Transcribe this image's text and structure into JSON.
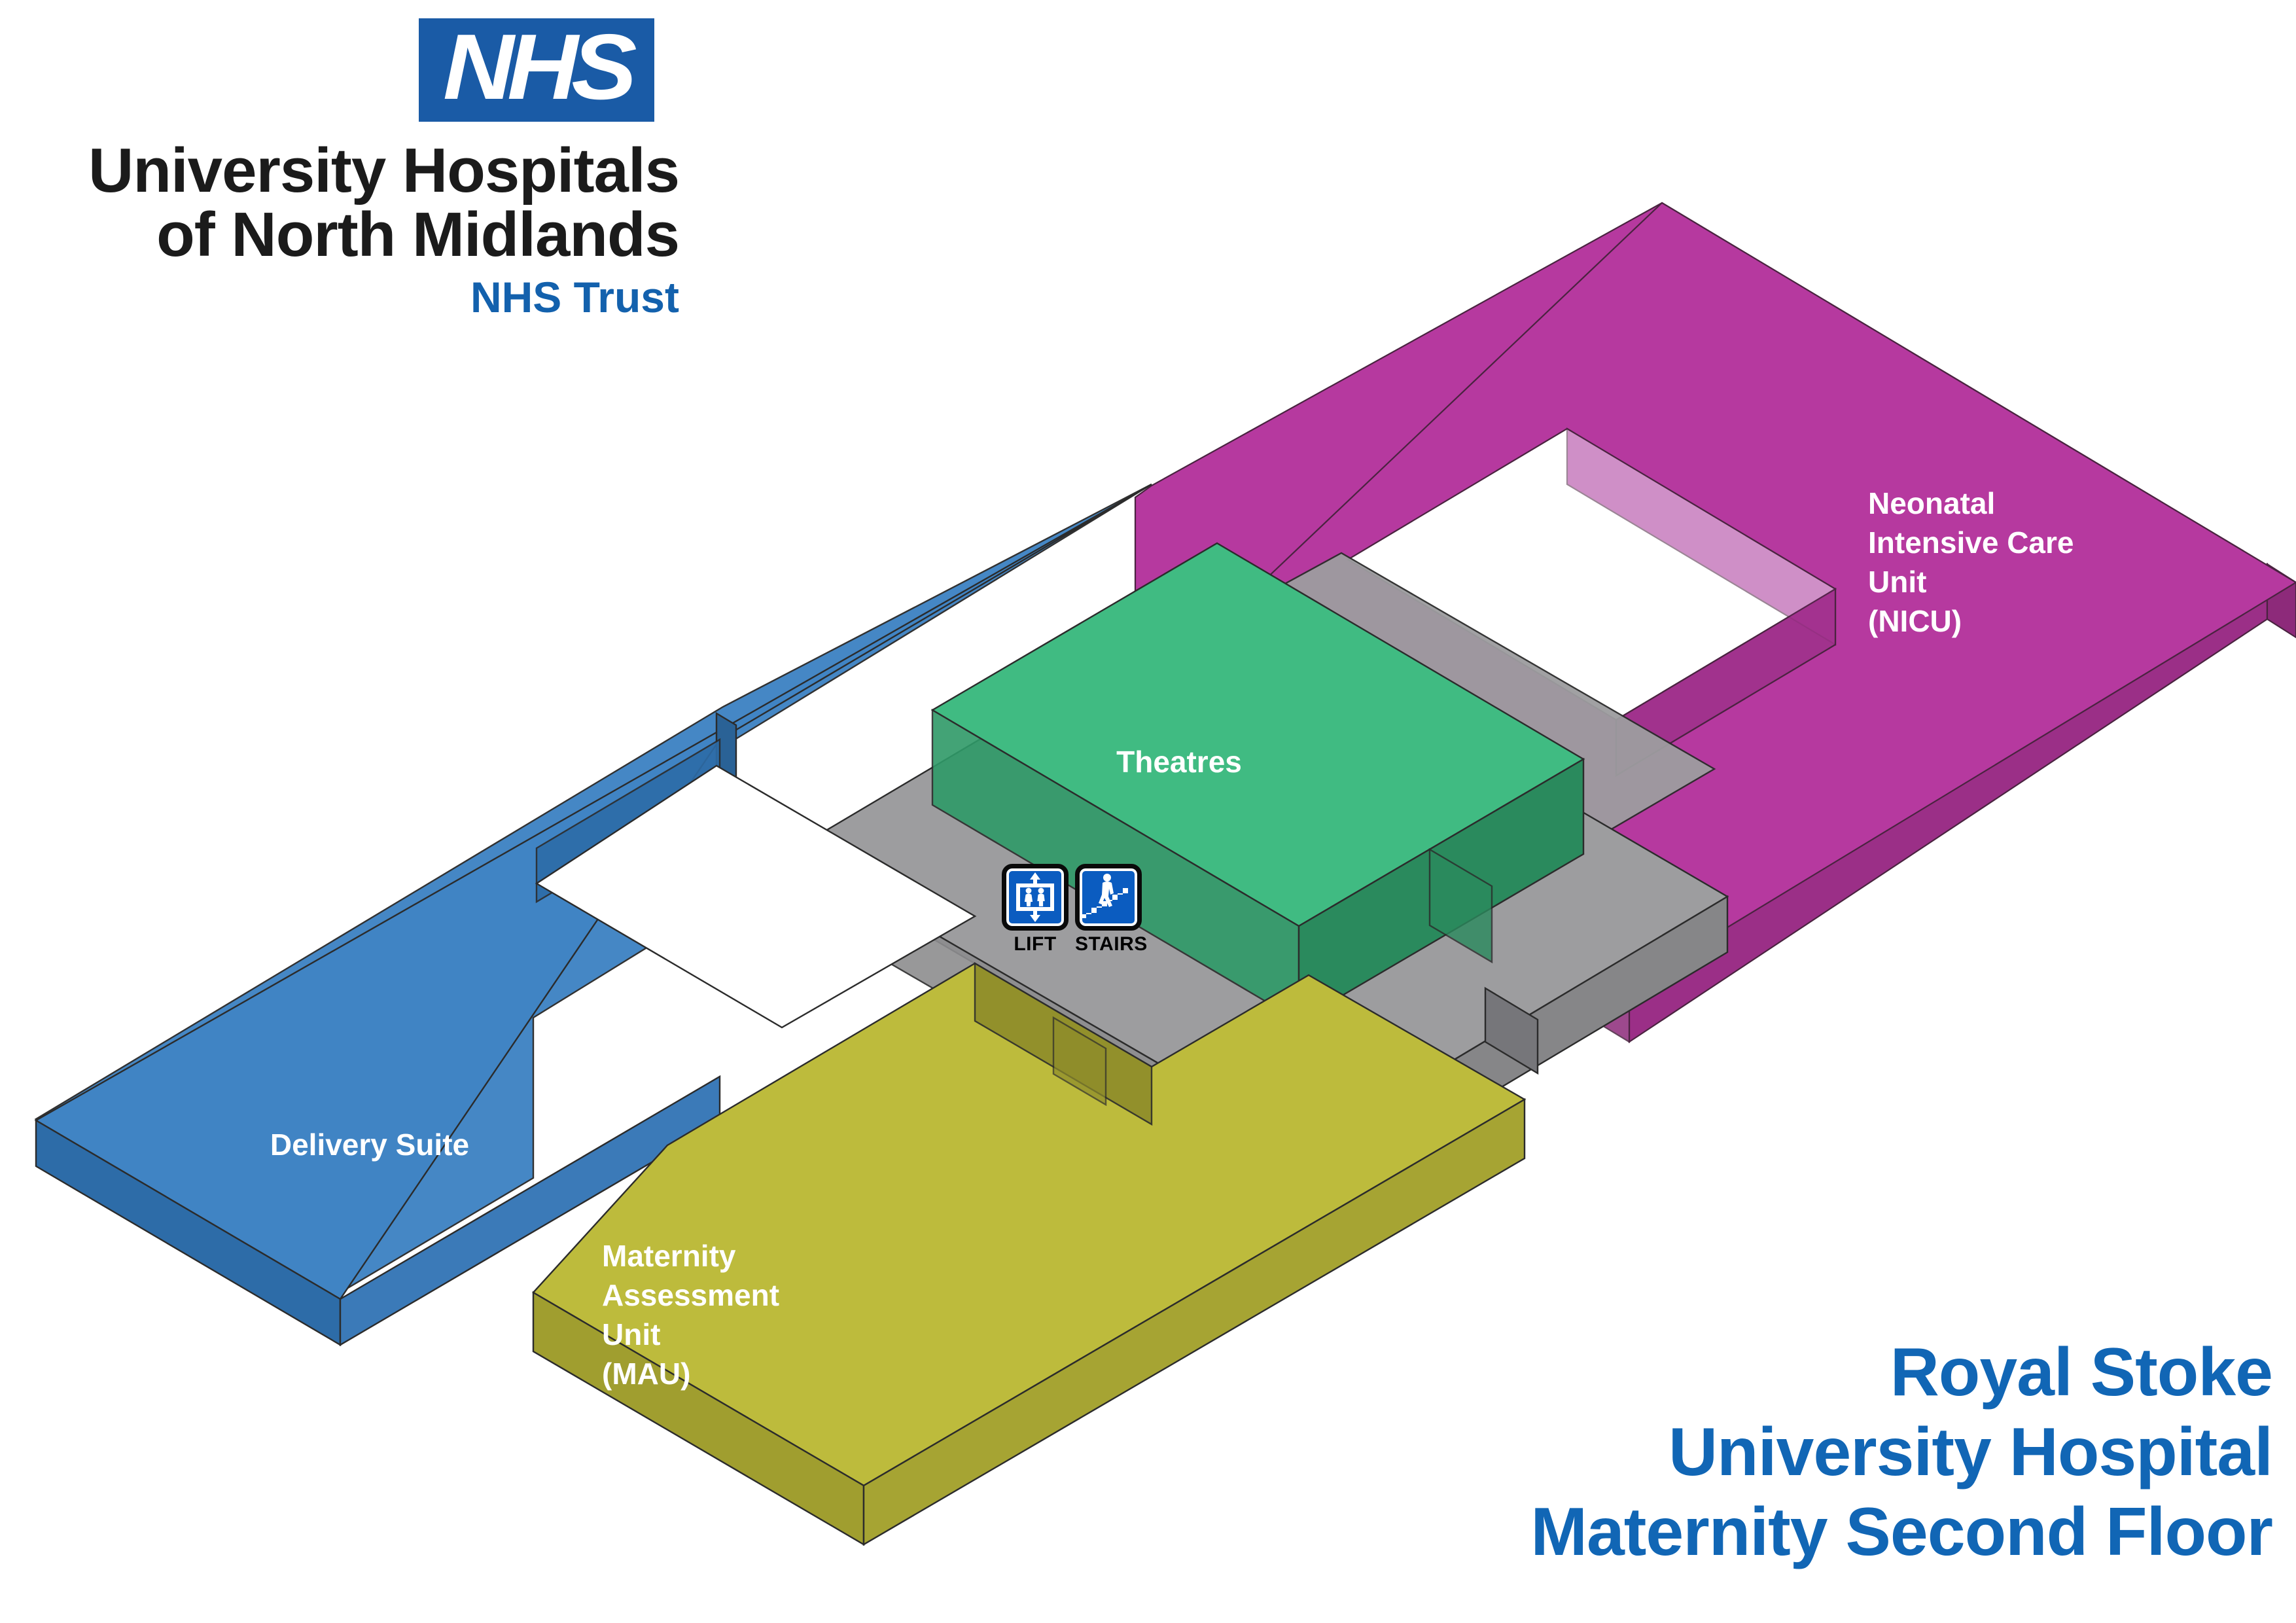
{
  "branding": {
    "logo_mark": "NHS",
    "trust_name_line1": "University Hospitals",
    "trust_name_line2": "of North Midlands",
    "trust_suffix": "NHS Trust",
    "logo_blue": "#1a5ba6",
    "trust_text_color": "#1b1b1b",
    "suffix_color": "#1361ad"
  },
  "floor_title": {
    "line1": "Royal Stoke",
    "line2": "University Hospital",
    "line3": "Maternity Second Floor",
    "color": "#1166b5"
  },
  "map": {
    "type": "isometric-floor-plan",
    "view": "3D isometric extruded slabs",
    "background": "#ffffff",
    "zones": [
      {
        "id": "delivery-suite",
        "label": "Delivery Suite",
        "label_lines": [
          "Delivery Suite"
        ],
        "top_color": "#4084c4",
        "side_color": "#2d6ca8",
        "end_color": "#27608f",
        "label_color": "#ffffff",
        "position": "left / west wing",
        "shape": "long rectangular bar with notched courtyard"
      },
      {
        "id": "maternity-assessment-unit",
        "label": "Maternity Assessment Unit (MAU)",
        "label_lines": [
          "Maternity",
          "Assessment",
          "Unit",
          "(MAU)"
        ],
        "top_color": "#bdbb3c",
        "side_color": "#a09e2f",
        "end_color": "#8e8c2a",
        "label_color": "#ffffff",
        "position": "bottom / south wing",
        "shape": "L-shaped bar wrapping the courtyard"
      },
      {
        "id": "theatres",
        "label": "Theatres",
        "label_lines": [
          "Theatres"
        ],
        "top_color": "#40bb82",
        "side_color": "#2f9a68",
        "end_color": "#2a8a5d",
        "label_color": "#ffffff",
        "position": "centre",
        "shape": "square block"
      },
      {
        "id": "nicu",
        "label": "Neonatal Intensive Care Unit (NICU)",
        "label_lines": [
          "Neonatal",
          "Intensive Care",
          "Unit",
          "(NICU)"
        ],
        "top_color": "#b6399f",
        "side_color": "#9b2f87",
        "end_color": "#8d2a7a",
        "label_color": "#ffffff",
        "position": "right / east wing",
        "shape": "ring block with open courtyard"
      },
      {
        "id": "corridor",
        "label": "",
        "label_lines": [],
        "top_color": "#9d9d9f",
        "side_color": "#868688",
        "end_color": "#76767a",
        "label_color": "#ffffff",
        "position": "central spine",
        "shape": "connecting corridor slab"
      }
    ],
    "wayfinding": [
      {
        "id": "lift",
        "icon": "lift-icon",
        "caption": "LIFT",
        "tile_color": "#0b5cc0"
      },
      {
        "id": "stairs",
        "icon": "stairs-icon",
        "caption": "STAIRS",
        "tile_color": "#0b5cc0"
      }
    ],
    "courtyards": 2
  }
}
